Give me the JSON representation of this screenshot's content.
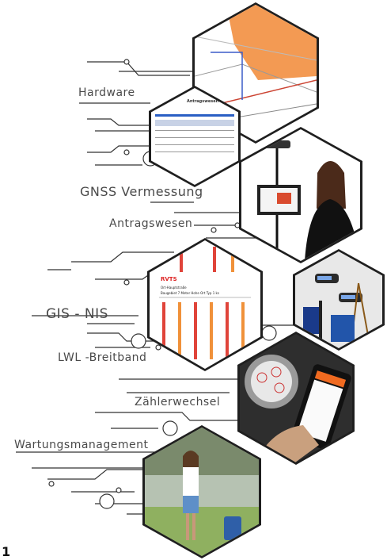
{
  "labels": {
    "hardware": "Hardware",
    "gnss": "GNSS Vermessung",
    "antragswesen": "Antragswesen",
    "gis_nis": "GIS - NIS",
    "lwl": "LWL -Breitband",
    "zaehler": "Zählerwechsel",
    "wartung": "Wartungsmanagement"
  },
  "form_doc": {
    "title": "Antragswesen"
  },
  "cable_doc": {
    "brand": "RVTS",
    "subtitle": "Ort-Hauptstraße",
    "line2": "Baugebiet 7 Meter Hohe Ort Typ 1 ks"
  },
  "page_marker": "1",
  "colors": {
    "label_text": "#4a4a4a",
    "hex_border": "#1f1f1f",
    "plan_orange": "#f39a53",
    "cable_red": "#e0443a",
    "cable_orange": "#f0913a",
    "phone_orange": "#f06a20"
  }
}
